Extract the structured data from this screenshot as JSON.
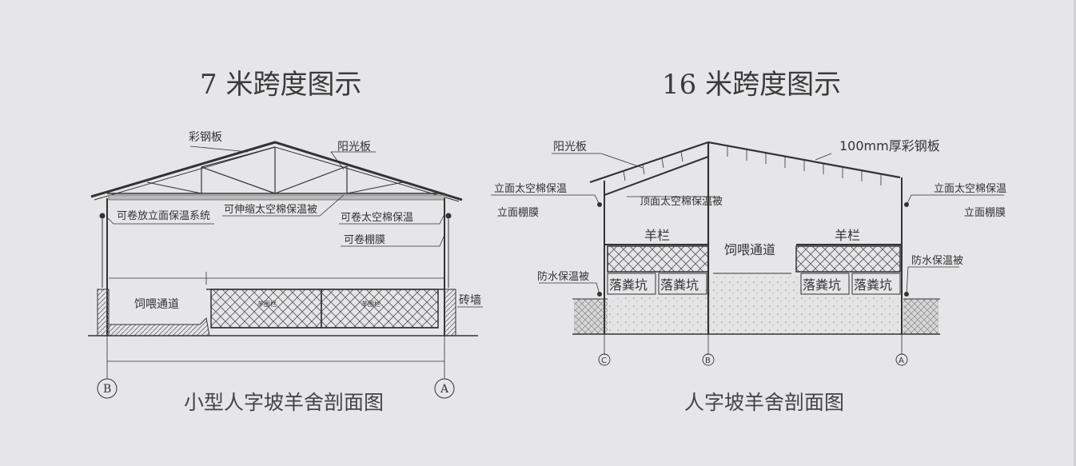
{
  "left_diagram": {
    "title": "7 米跨度图示",
    "caption": "小型人字坡羊舍剖面图",
    "labels": {
      "roof_steel": "彩钢板",
      "sun_panel": "阳光板",
      "roll_wall_insulation": "可卷放立面保温系统",
      "telescopic_quilt": "可伸缩太空棉保温被",
      "roll_cotton": "可卷太空棉保温",
      "roll_film": "可卷棚膜",
      "feed_aisle": "饲喂通道",
      "brick_wall": "砖墙",
      "pen_left": "羊围栏",
      "pen_right": "羊围栏"
    },
    "axes": [
      "B",
      "A"
    ]
  },
  "right_diagram": {
    "title": "16 米跨度图示",
    "caption": "人字坡羊舍剖面图",
    "labels": {
      "sun_panel": "阳光板",
      "steel_100": "100mm厚彩钢板",
      "wall_cotton_left": "立面太空棉保温",
      "wall_film_left": "立面棚膜",
      "top_cotton": "顶面太空棉保温被",
      "wall_cotton_right": "立面太空棉保温",
      "wall_film_right": "立面棚膜",
      "pen_left": "羊栏",
      "pen_right": "羊栏",
      "feed_aisle": "饲喂通道",
      "waterproof_left": "防水保温被",
      "waterproof_right": "防水保温被",
      "pit1": "落粪坑",
      "pit2": "落粪坑",
      "pit3": "落粪坑",
      "pit4": "落粪坑"
    },
    "axes": [
      "C",
      "B",
      "A"
    ]
  }
}
